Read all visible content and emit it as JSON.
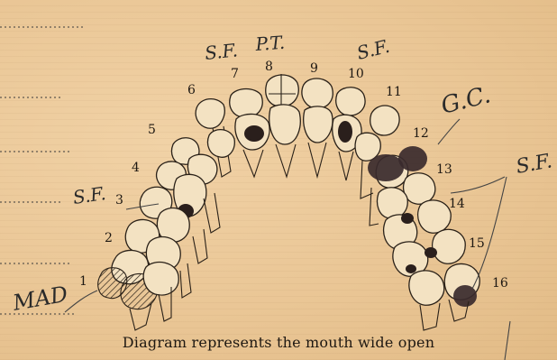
{
  "caption": "Diagram represents the mouth wide open",
  "tooth_numbers": [
    "1",
    "2",
    "3",
    "4",
    "5",
    "6",
    "7",
    "8",
    "9",
    "10",
    "11",
    "12",
    "13",
    "14",
    "15",
    "16"
  ],
  "annotations": {
    "sf": "S.F.",
    "pt": "P.T.",
    "gc": "G.C.",
    "mad": "MAD"
  },
  "colors": {
    "paper": "#ecc99a",
    "ink": "#1e1812",
    "cavity": "#2a1f1c"
  }
}
